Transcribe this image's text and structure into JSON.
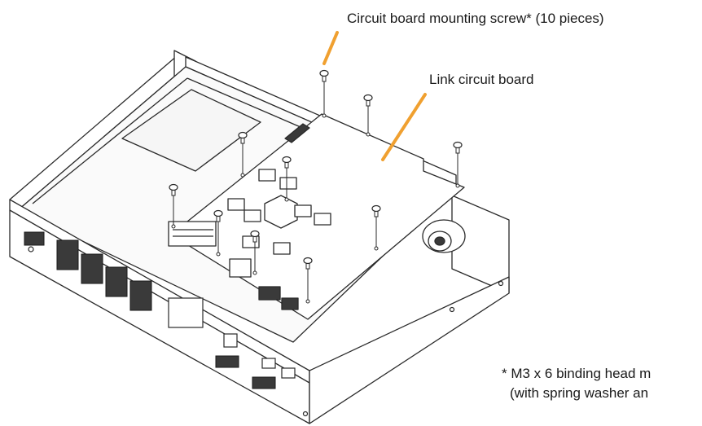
{
  "labels": {
    "screw_callout": "Circuit board mounting screw* (10 pieces)",
    "board_callout": "Link circuit board",
    "footnote_line1": "* M3 x 6 binding head m",
    "footnote_line2": "(with spring washer an"
  },
  "colors": {
    "leader_line": "#f0a030",
    "outline": "#2a2a2a",
    "panel_fill": "#ffffff",
    "connector_fill": "#3a3a3a"
  },
  "parts": {
    "screw_count": 10
  }
}
